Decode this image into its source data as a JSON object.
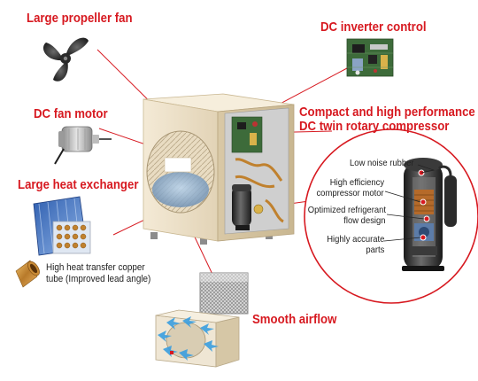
{
  "labels": {
    "propeller_fan": "Large propeller fan",
    "fan_motor": "DC fan motor",
    "heat_exchanger": "Large heat exchanger",
    "inverter_control": "DC inverter control",
    "compressor_line1": "Compact and high performance",
    "compressor_line2": "DC twin rotary compressor",
    "smooth_airflow": "Smooth airflow"
  },
  "notes": {
    "copper_tube_line1": "High heat transfer copper",
    "copper_tube_line2": "tube (Improved lead angle)"
  },
  "compressor_callouts": {
    "low_noise_rubber": "Low noise rubber",
    "motor_line1": "High efficiency",
    "motor_line2": "compressor motor",
    "flow_line1": "Optimized refrigerant",
    "flow_line2": "flow design",
    "parts_line1": "Highly accurate",
    "parts_line2": "parts"
  },
  "colors": {
    "accent_red": "#d71920",
    "unit_casing": "#efe3cc",
    "leader_line": "#d71920",
    "airflow_arrow": "#3a9ee0"
  }
}
